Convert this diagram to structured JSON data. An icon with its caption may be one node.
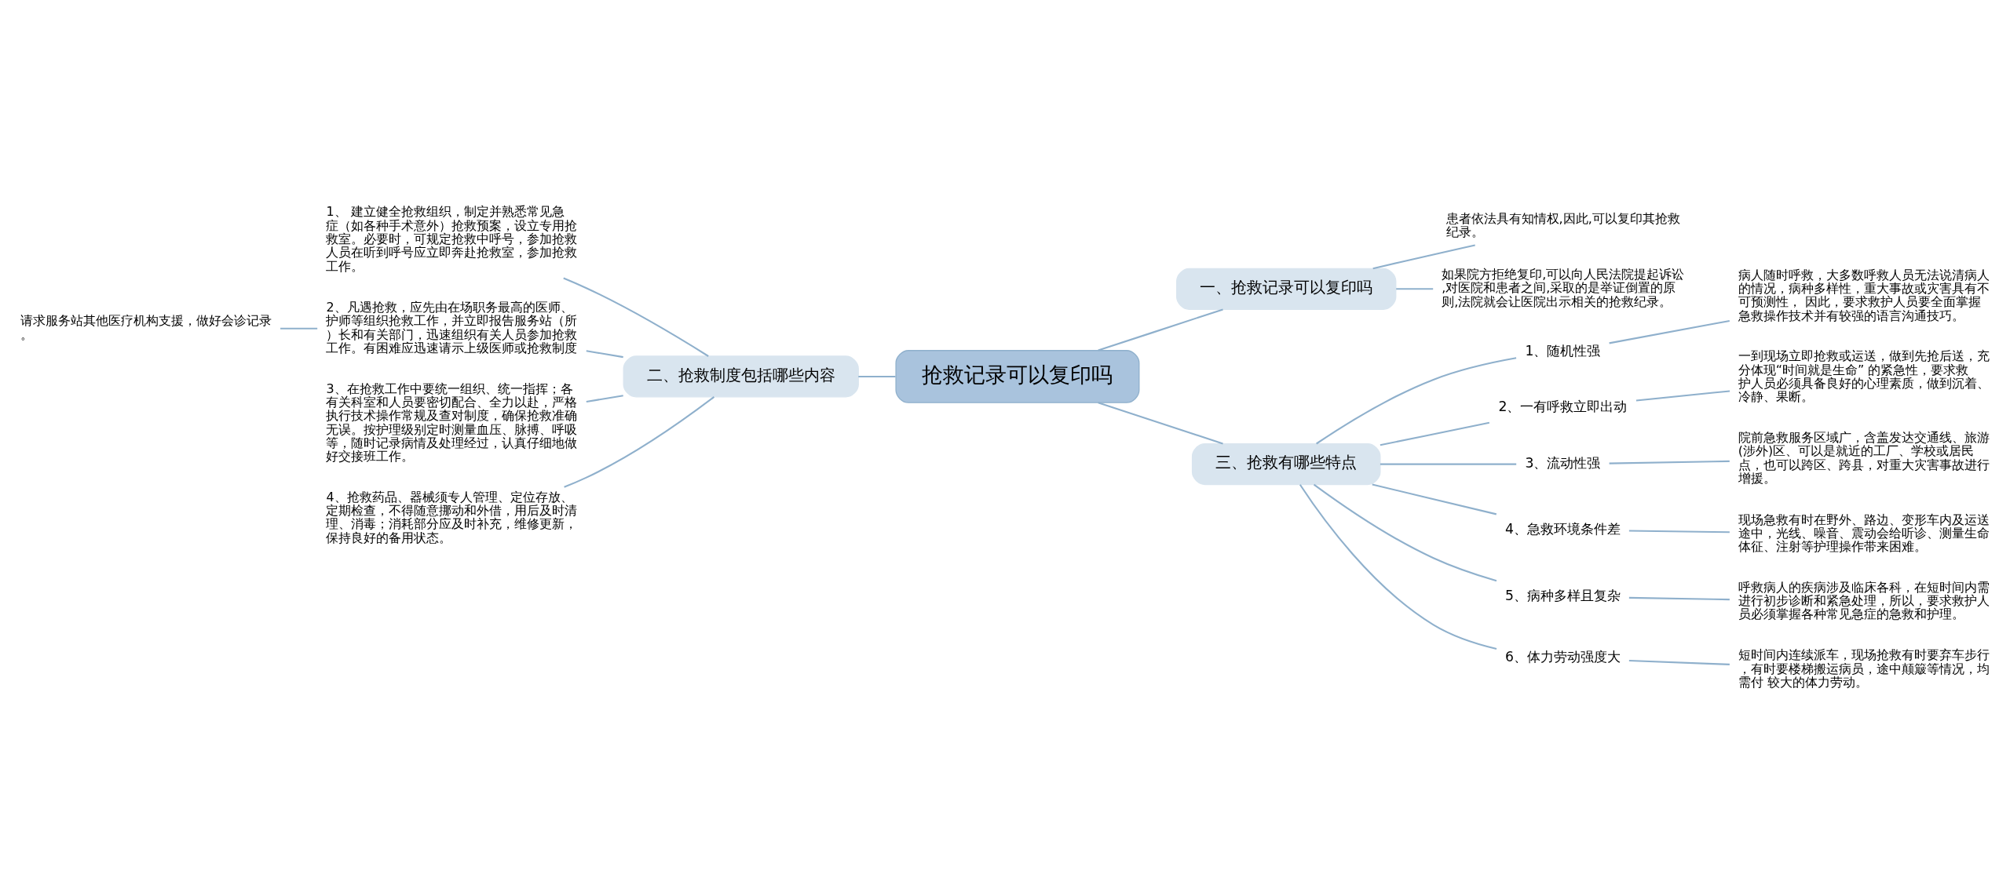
{
  "diagram": {
    "nodes": [
      {
        "text": [
          "抢救记录可以复印吗"
        ]
      },
      {
        "text": [
          "一、抢救记录可以复印吗"
        ]
      },
      {
        "text": [
          "患者依法具有知情权,因此,可以复印其抢救纪录。"
        ]
      },
      {
        "text": [
          "如果院方拒绝复印,可以向人民法院提起诉讼,对医院和患者之间,采取的是举证倒置的原则,法院就会让医院出示相关的抢救纪录。"
        ]
      },
      {
        "text": [
          "二、抢救制度包括哪些内容"
        ]
      },
      {
        "text": [
          "1、 建立健全抢救组织，制定并熟悉常见急症（如各种手术意外）抢救预案，设立专用抢救室。必要时，可规定抢救中呼号，参加抢救人员在听到呼号应立即奔赴抢救室，参加抢救工作。"
        ]
      },
      {
        "text": [
          "2、凡遇抢救，应先由在场职务最高的医师、护师等组织抢救工作，并立即报告服务站（所）长和有关部门，迅速组织有关人员参加抢救工作。有困难应迅速请示上级医师或抢救制度"
        ]
      },
      {
        "text": [
          "请求服务站其他医疗机构支援，做好会诊记录。"
        ]
      },
      {
        "text": [
          "3、在抢救工作中要统一组织、统一指挥；各有关科室和人员要密切配合、全力以赴，严格执行技术操作常规及查对制度，确保抢救准确无误。按护理级别定时测量血压、脉搏、呼吸等，随时记录病情及处理经过，认真仔细地做好交接班工作。"
        ]
      },
      {
        "text": [
          "4、抢救药品、器械须专人管理、定位存放、定期检查，不得随意挪动和外借，用后及时清理、消毒；消耗部分应及时补充，维修更新，保持良好的备用状态。"
        ]
      },
      {
        "text": [
          "三、抢救有哪些特点"
        ]
      },
      {
        "text": [
          "1、随机性强"
        ]
      },
      {
        "text": [
          "病人随时呼救，大多数呼救人员无法说清病人的情况，病种多样性，重大事故或灾害具有不可预测性， 因此，要求救护人员要全面掌握急救操作技术并有较强的语言沟通技巧。"
        ]
      },
      {
        "text": [
          "2、一有呼救立即出动"
        ]
      },
      {
        "text": [
          "一到现场立即抢救或运送，做到先抢后送，充分体现“时间就是生命” 的紧急性，要求救护人员必须具备良好的心理素质，做到沉着、冷静、果断。"
        ]
      },
      {
        "text": [
          "3、流动性强"
        ]
      },
      {
        "text": [
          "院前急救服务区域广，含盖发达交通线、旅游(涉外)区、可以是就近的工厂、学校或居民点，也可以跨区、跨县，对重大灾害事故进行增援。"
        ]
      },
      {
        "text": [
          "4、急救环境条件差"
        ]
      },
      {
        "text": [
          "现场急救有时在野外、路边、变形车内及运送途中，光线、噪音、震动会给听诊、测量生命体征、注射等护理操作带来困难。"
        ]
      },
      {
        "text": [
          "5、病种多样且复杂"
        ]
      },
      {
        "text": [
          "呼救病人的疾病涉及临床各科，在短时间内需进行初步诊断和紧急处理，所以，要求救护人员必须掌握各种常见急症的急救和护理。"
        ]
      },
      {
        "text": [
          "6、体力劳动强度大"
        ]
      },
      {
        "text": [
          "短时间内连续派车，现场抢救有时要弃车步行，有时要楼梯搬运病员，途中颠簸等情况，均需付 较大的体力劳动。"
        ]
      }
    ],
    "edges": [
      {
        "from": 0,
        "to": 1,
        "arrow": "none"
      },
      {
        "from": 1,
        "to": 2,
        "arrow": "none"
      },
      {
        "from": 1,
        "to": 3,
        "arrow": "none"
      },
      {
        "from": 0,
        "to": 4,
        "arrow": "none"
      },
      {
        "from": 4,
        "to": 5,
        "arrow": "none"
      },
      {
        "from": 4,
        "to": 6,
        "arrow": "none"
      },
      {
        "from": 6,
        "to": 7,
        "arrow": "none"
      },
      {
        "from": 4,
        "to": 8,
        "arrow": "none"
      },
      {
        "from": 4,
        "to": 9,
        "arrow": "none"
      },
      {
        "from": 0,
        "to": 10,
        "arrow": "none"
      },
      {
        "from": 10,
        "to": 11,
        "arrow": "none"
      },
      {
        "from": 11,
        "to": 12,
        "arrow": "none"
      },
      {
        "from": 10,
        "to": 13,
        "arrow": "none"
      },
      {
        "from": 13,
        "to": 14,
        "arrow": "none"
      },
      {
        "from": 10,
        "to": 15,
        "arrow": "none"
      },
      {
        "from": 15,
        "to": 16,
        "arrow": "none"
      },
      {
        "from": 10,
        "to": 17,
        "arrow": "none"
      },
      {
        "from": 17,
        "to": 18,
        "arrow": "none"
      },
      {
        "from": 10,
        "to": 19,
        "arrow": "none"
      },
      {
        "from": 19,
        "to": 20,
        "arrow": "none"
      },
      {
        "from": 10,
        "to": 21,
        "arrow": "none"
      },
      {
        "from": 21,
        "to": 22,
        "arrow": "none"
      }
    ]
  }
}
